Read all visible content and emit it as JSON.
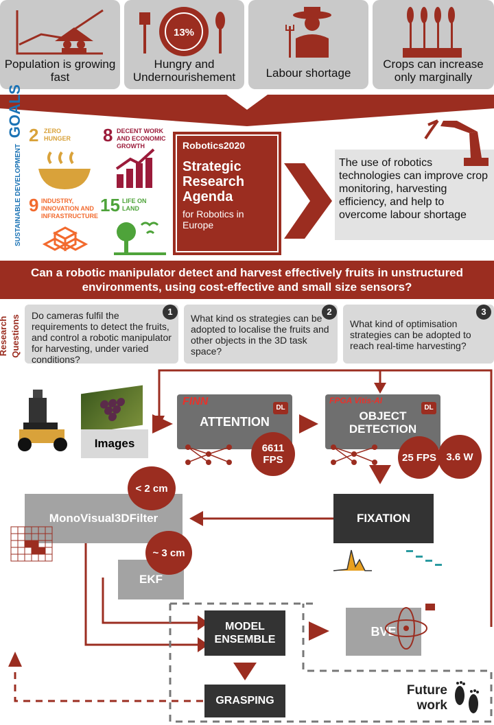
{
  "challenges": [
    {
      "label": "Population is growing fast",
      "icon": "population-chart-icon"
    },
    {
      "label": "Hungry and Undernourishement",
      "icon": "plate-icon",
      "badge": "13%"
    },
    {
      "label": "Labour shortage",
      "icon": "farmer-icon"
    },
    {
      "label": "Crops can increase only marginally",
      "icon": "wheat-icon"
    }
  ],
  "sdg": {
    "side_label": "SUSTAINABLE DEVELOPMENT",
    "side_goals": "GOALS",
    "goals": [
      {
        "num": "2",
        "text": "ZERO HUNGER",
        "color": "#d9a23a"
      },
      {
        "num": "8",
        "text": "DECENT WORK AND ECONOMIC GROWTH",
        "color": "#9b1b3a"
      },
      {
        "num": "9",
        "text": "INDUSTRY, INNOVATION AND INFRASTRUCTURE",
        "color": "#f26a2e"
      },
      {
        "num": "15",
        "text": "LIFE ON LAND",
        "color": "#4ea33a"
      }
    ]
  },
  "agenda": {
    "brand": "Robotics2020",
    "title": "Strategic Research Agenda",
    "subtitle": "for Robotics in Europe"
  },
  "benefit": "The use of robotics technologies can improve crop monitoring, harvesting efficiency, and help to overcome labour shortage",
  "main_question": "Can a robotic manipulator detect and harvest effectively fruits in unstructured environments, using cost-effective and small size sensors?",
  "research_label": "Research Questions",
  "questions": [
    {
      "num": "1",
      "text": "Do cameras fulfil the requirements to detect the fruits, and control a robotic manipulator for harvesting, under varied conditions?"
    },
    {
      "num": "2",
      "text": "What kind os strategies can be adopted to localise the fruits and other objects in the 3D task space?"
    },
    {
      "num": "3",
      "text": "What kind of optimisation strategies can be adopted to reach real-time harvesting?"
    }
  ],
  "pipeline": {
    "images": "Images",
    "attention": {
      "logo": "FINN",
      "label": "ATTENTION",
      "badge": "DL",
      "fps": "6611 FPS"
    },
    "detection": {
      "logo": "FPGA Vitis-AI",
      "label": "OBJECT DETECTION",
      "badge": "DL",
      "fps": "25 FPS",
      "power": "3.6 W"
    },
    "fixation": "FIXATION",
    "mono": "MonoVisual3DFilter",
    "mono_err": "< 2 cm",
    "ekf": "EKF",
    "ekf_err": "~ 3 cm",
    "ensemble": "MODEL ENSEMBLE",
    "bve": "BVE",
    "grasping": "GRASPING",
    "future": "Future work"
  },
  "colors": {
    "accent": "#9b2d20",
    "tile": "#c9c9c9",
    "dark": "#333333"
  }
}
